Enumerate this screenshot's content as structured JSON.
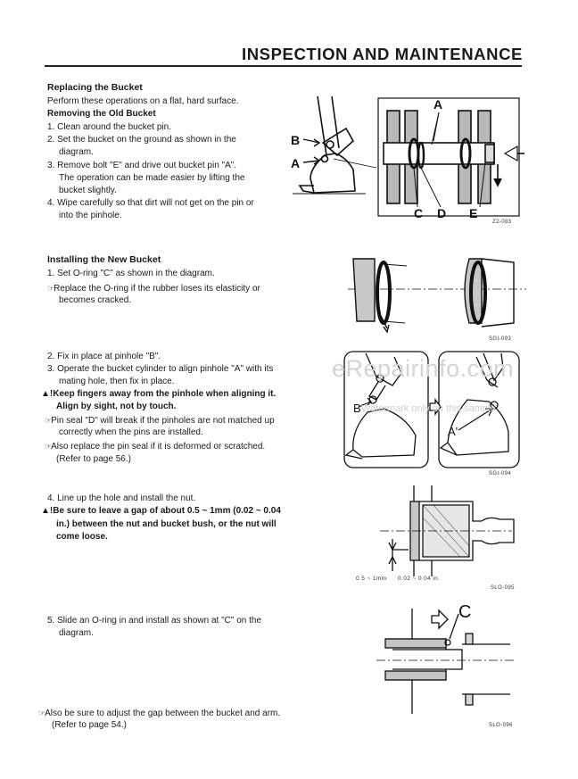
{
  "header": {
    "title": "INSPECTION AND MAINTENANCE"
  },
  "replacing": {
    "heading": "Replacing the Bucket",
    "intro": "Perform these operations on a flat, hard surface.",
    "sub": "Removing the Old Bucket",
    "steps": [
      "1. Clean around the bucket pin.",
      "2. Set the bucket on the ground as shown in the",
      "diagram.",
      "3. Remove bolt \"E\" and drive out bucket pin \"A\".",
      "The operation can be made easier by lifting the",
      "bucket slightly.",
      "4. Wipe carefully so that dirt will not get on the pin or",
      "into the pinhole."
    ]
  },
  "installing": {
    "heading": "Installing the New Bucket",
    "s1": "1. Set O-ring \"C\" as shown in the diagram.",
    "s1_note": [
      "Replace the O-ring if the rubber loses its elasticity or",
      "becomes cracked."
    ],
    "s2": "2. Fix in place at pinhole \"B\".",
    "s3": [
      "3. Operate the bucket cylinder to align pinhole \"A\" with its",
      "mating hole, then fix in place."
    ],
    "warn1": [
      "Keep fingers away from the pinhole when aligning it.",
      "Align by sight, not by touch."
    ],
    "note2": [
      "Pin seal \"D\" will break if the pinholes are not matched up",
      "correctly when the pins are installed."
    ],
    "note3": [
      "Also replace the pin seal if it is deformed or scratched.",
      "(Refer to page 56.)"
    ],
    "s4": "4. Line up the hole and install the nut.",
    "warn2": [
      "Be sure to leave a gap of about 0.5 ~ 1mm (0.02 ~ 0.04",
      "in.) between the nut and bucket bush, or the nut will",
      "come loose."
    ],
    "s5": [
      "5. Slide an O-ring in and install as shown at \"C\" on the",
      "diagram."
    ],
    "note4": [
      "Also be sure to adjust the gap between the bucket and arm.",
      "(Refer to page 54.)"
    ]
  },
  "figures": {
    "fig1": {
      "code": "Z2-083",
      "labels": {
        "A": "A",
        "B": "B",
        "C": "C",
        "D": "D",
        "E": "E",
        "A2": "A"
      }
    },
    "fig2": {
      "code": "SGI-093"
    },
    "fig3": {
      "code": "SGI-094",
      "labels": {
        "B1": "B'",
        "A1": "A'"
      }
    },
    "fig4": {
      "code": "SLO-095",
      "gap1": "0.5 ~ 1mm",
      "gap2": "0.02 ~ 0.04 in."
    },
    "fig5": {
      "code": "SLO-096",
      "label": "C"
    }
  },
  "symbols": {
    "hand": "☞",
    "warning": "▲!"
  },
  "watermark": {
    "main": "eRepairinfo.com",
    "sub": "Watermark only on this sample"
  }
}
